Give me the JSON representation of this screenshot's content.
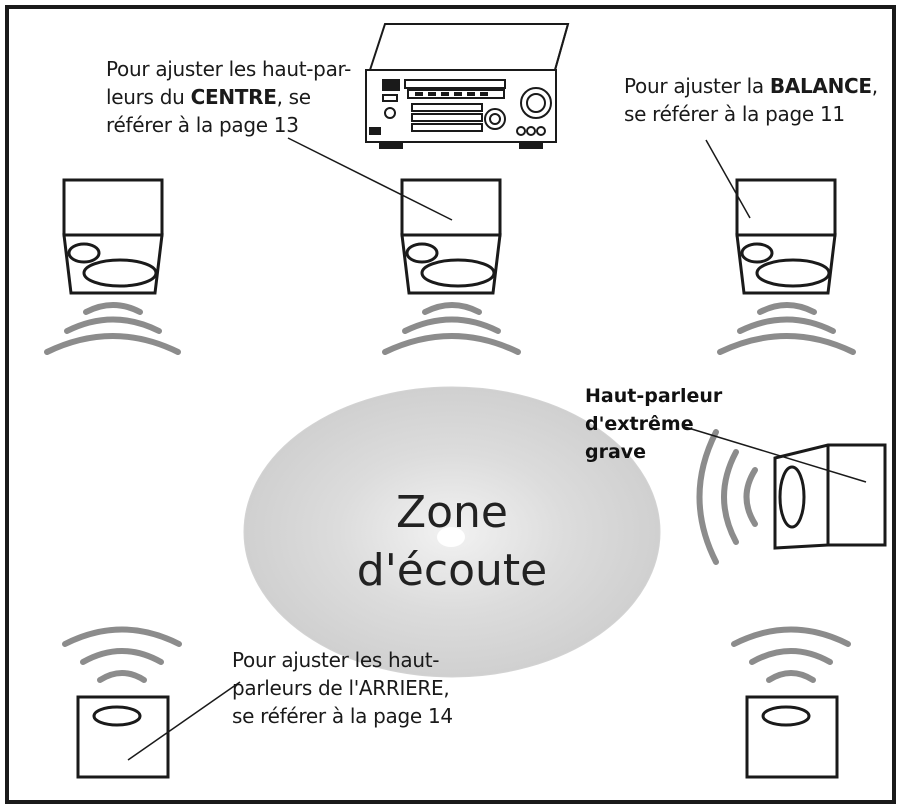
{
  "labels": {
    "centre": {
      "line1": "Pour ajuster les haut-par-",
      "line2_prefix": "leurs du ",
      "line2_bold": "CENTRE",
      "line2_suffix": ", se",
      "line3": "référer à la page 13"
    },
    "balance": {
      "line1_prefix": "Pour ajuster la ",
      "line1_bold": "BALANCE",
      "line1_suffix": ",",
      "line2": "se référer à la page 11"
    },
    "rear": {
      "line1": "Pour ajuster les haut-",
      "line2": "parleurs de l'ARRIERE,",
      "line3": "se référer à la page 14"
    },
    "subwoofer": {
      "line1": "Haut-parleur",
      "line2": "d'extrême",
      "line3": "grave"
    }
  },
  "zone": {
    "line1": "Zone",
    "line2": "d'écoute"
  },
  "colors": {
    "outline": "#1a1a1a",
    "waves": "#8c8c8c",
    "zone_fill": "#d9d9d9"
  }
}
